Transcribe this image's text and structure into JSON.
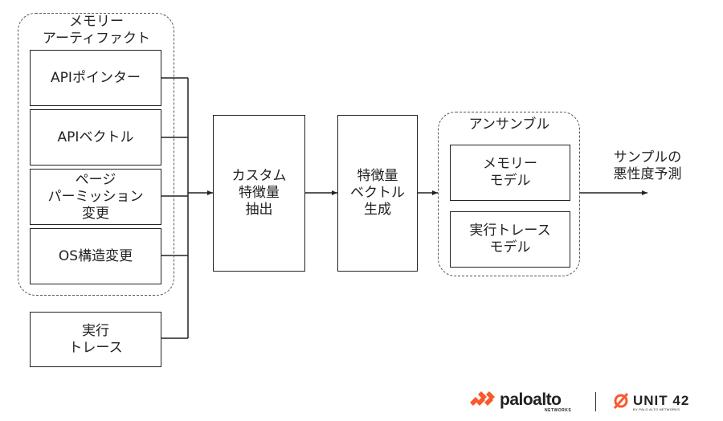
{
  "memory_group": {
    "label": "メモリー\nアーティファクト"
  },
  "inputs": [
    {
      "label": "APIポインター"
    },
    {
      "label": "APIベクトル"
    },
    {
      "label": "ページ\nパーミッション\n変更"
    },
    {
      "label": "OS構造変更"
    }
  ],
  "exec_trace": {
    "label": "実行\nトレース"
  },
  "custom_feature": {
    "label": "カスタム\n特徴量\n抽出"
  },
  "feature_vector": {
    "label": "特徴量\nベクトル\n生成"
  },
  "ensemble": {
    "label": "アンサンブル",
    "models": [
      {
        "label": "メモリー\nモデル"
      },
      {
        "label": "実行トレース\nモデル"
      }
    ]
  },
  "output": {
    "label": "サンプルの\n悪性度予測"
  },
  "logos": {
    "paloalto": {
      "text": "paloalto",
      "sub": "NETWORKS",
      "color": "#fa582d"
    },
    "unit42": {
      "text": "UNIT 42",
      "sub": "BY PALO ALTO NETWORKS",
      "color": "#fa582d"
    }
  }
}
